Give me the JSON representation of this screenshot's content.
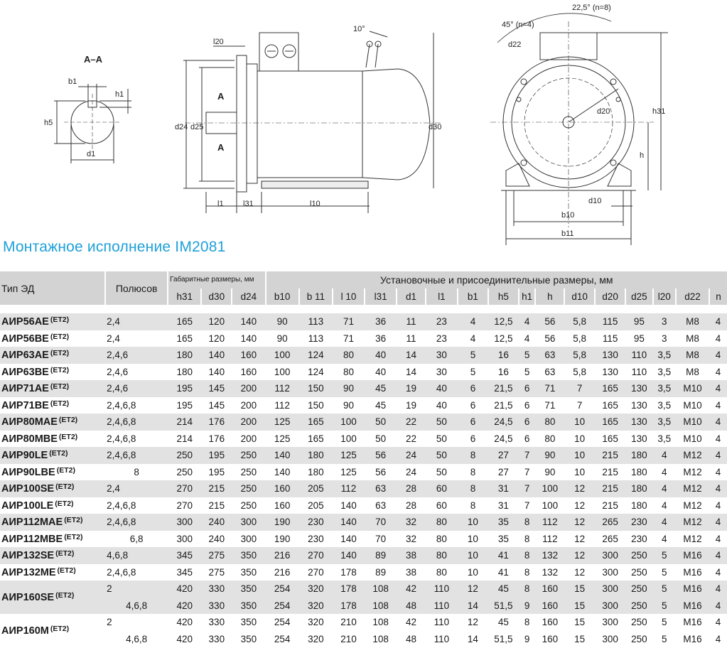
{
  "drawing": {
    "section_label": "A–A",
    "shaft_labels": {
      "b1": "b1",
      "h1": "h1",
      "h5": "h5",
      "d1": "d1"
    },
    "side_labels": {
      "l20": "l20",
      "angle10": "10°",
      "A_top": "A",
      "A_bot": "A",
      "d24": "d24",
      "d25": "d25",
      "d30": "d30",
      "l1": "l1",
      "l31": "l31",
      "l10": "l10"
    },
    "front_labels": {
      "angle45": "45° (n=4)",
      "angle22": "22,5° (n=8)",
      "d22": "d22",
      "d20": "d20",
      "h31": "h31",
      "h": "h",
      "d10": "d10",
      "b10": "b10",
      "b11": "b11"
    }
  },
  "section_title": "Монтажное исполнение IM2081",
  "table": {
    "type_header": "Тип ЭД",
    "poles_header": "Полюсов",
    "group1_header": "Габаритные размеры, мм",
    "group2_header": "Установочные и присоединительные размеры, мм",
    "columns": [
      "h31",
      "d30",
      "d24",
      "b10",
      "b 11",
      "l 10",
      "l31",
      "d1",
      "l1",
      "b1",
      "h5",
      "h1",
      "h",
      "d10",
      "d20",
      "d25",
      "l20",
      "d22",
      "n"
    ],
    "rows": [
      {
        "name": "АИР56АЕ",
        "suffix": "(ЕТ2)",
        "poles": "2,4",
        "v": [
          "165",
          "120",
          "140",
          "90",
          "113",
          "71",
          "36",
          "11",
          "23",
          "4",
          "12,5",
          "4",
          "56",
          "5,8",
          "115",
          "95",
          "3",
          "М8",
          "4"
        ]
      },
      {
        "name": "АИР56ВЕ",
        "suffix": "(ЕТ2)",
        "poles": "2,4",
        "v": [
          "165",
          "120",
          "140",
          "90",
          "113",
          "71",
          "36",
          "11",
          "23",
          "4",
          "12,5",
          "4",
          "56",
          "5,8",
          "115",
          "95",
          "3",
          "М8",
          "4"
        ]
      },
      {
        "name": "АИР63АЕ",
        "suffix": "(ЕТ2)",
        "poles": "2,4,6",
        "v": [
          "180",
          "140",
          "160",
          "100",
          "124",
          "80",
          "40",
          "14",
          "30",
          "5",
          "16",
          "5",
          "63",
          "5,8",
          "130",
          "110",
          "3,5",
          "М8",
          "4"
        ]
      },
      {
        "name": "АИР63ВЕ",
        "suffix": "(ЕТ2)",
        "poles": "2,4,6",
        "v": [
          "180",
          "140",
          "160",
          "100",
          "124",
          "80",
          "40",
          "14",
          "30",
          "5",
          "16",
          "5",
          "63",
          "5,8",
          "130",
          "110",
          "3,5",
          "М8",
          "4"
        ]
      },
      {
        "name": "АИР71АЕ",
        "suffix": "(ЕТ2)",
        "poles": "2,4,6",
        "v": [
          "195",
          "145",
          "200",
          "112",
          "150",
          "90",
          "45",
          "19",
          "40",
          "6",
          "21,5",
          "6",
          "71",
          "7",
          "165",
          "130",
          "3,5",
          "М10",
          "4"
        ]
      },
      {
        "name": "АИР71ВЕ",
        "suffix": "(ЕТ2)",
        "poles": "2,4,6,8",
        "v": [
          "195",
          "145",
          "200",
          "112",
          "150",
          "90",
          "45",
          "19",
          "40",
          "6",
          "21,5",
          "6",
          "71",
          "7",
          "165",
          "130",
          "3,5",
          "М10",
          "4"
        ]
      },
      {
        "name": "АИР80МАЕ",
        "suffix": "(ЕТ2)",
        "poles": "2,4,6,8",
        "v": [
          "214",
          "176",
          "200",
          "125",
          "165",
          "100",
          "50",
          "22",
          "50",
          "6",
          "24,5",
          "6",
          "80",
          "10",
          "165",
          "130",
          "3,5",
          "М10",
          "4"
        ]
      },
      {
        "name": "АИР80МВЕ",
        "suffix": "(ЕТ2)",
        "poles": "2,4,6,8",
        "v": [
          "214",
          "176",
          "200",
          "125",
          "165",
          "100",
          "50",
          "22",
          "50",
          "6",
          "24,5",
          "6",
          "80",
          "10",
          "165",
          "130",
          "3,5",
          "М10",
          "4"
        ]
      },
      {
        "name": "АИР90LЕ",
        "suffix": "(ЕТ2)",
        "poles": "2,4,6,8",
        "v": [
          "250",
          "195",
          "250",
          "140",
          "180",
          "125",
          "56",
          "24",
          "50",
          "8",
          "27",
          "7",
          "90",
          "10",
          "215",
          "180",
          "4",
          "М12",
          "4"
        ]
      },
      {
        "name": "АИР90LВЕ",
        "suffix": "(ЕТ2)",
        "poles": "8",
        "v": [
          "250",
          "195",
          "250",
          "140",
          "180",
          "125",
          "56",
          "24",
          "50",
          "8",
          "27",
          "7",
          "90",
          "10",
          "215",
          "180",
          "4",
          "М12",
          "4"
        ]
      },
      {
        "name": "АИР100SЕ",
        "suffix": "(ЕТ2)",
        "poles": "2,4",
        "v": [
          "270",
          "215",
          "250",
          "160",
          "205",
          "112",
          "63",
          "28",
          "60",
          "8",
          "31",
          "7",
          "100",
          "12",
          "215",
          "180",
          "4",
          "М12",
          "4"
        ]
      },
      {
        "name": "АИР100LЕ",
        "suffix": "(ЕТ2)",
        "poles": "2,4,6,8",
        "v": [
          "270",
          "215",
          "250",
          "160",
          "205",
          "140",
          "63",
          "28",
          "60",
          "8",
          "31",
          "7",
          "100",
          "12",
          "215",
          "180",
          "4",
          "М12",
          "4"
        ]
      },
      {
        "name": "АИР112МАЕ",
        "suffix": "(ЕТ2)",
        "poles": "2,4,6,8",
        "v": [
          "300",
          "240",
          "300",
          "190",
          "230",
          "140",
          "70",
          "32",
          "80",
          "10",
          "35",
          "8",
          "112",
          "12",
          "265",
          "230",
          "4",
          "М12",
          "4"
        ]
      },
      {
        "name": "АИР112МВЕ",
        "suffix": "(ЕТ2)",
        "poles": "6,8",
        "v": [
          "300",
          "240",
          "300",
          "190",
          "230",
          "140",
          "70",
          "32",
          "80",
          "10",
          "35",
          "8",
          "112",
          "12",
          "265",
          "230",
          "4",
          "М12",
          "4"
        ]
      },
      {
        "name": "АИР132SЕ",
        "suffix": "(ЕТ2)",
        "poles": "4,6,8",
        "v": [
          "345",
          "275",
          "350",
          "216",
          "270",
          "140",
          "89",
          "38",
          "80",
          "10",
          "41",
          "8",
          "132",
          "12",
          "300",
          "250",
          "5",
          "М16",
          "4"
        ]
      },
      {
        "name": "АИР132МЕ",
        "suffix": "(ЕТ2)",
        "poles": "2,4,6,8",
        "v": [
          "345",
          "275",
          "350",
          "216",
          "270",
          "178",
          "89",
          "38",
          "80",
          "10",
          "41",
          "8",
          "132",
          "12",
          "300",
          "250",
          "5",
          "М16",
          "4"
        ]
      },
      {
        "name": "АИР160SЕ",
        "suffix": "(ЕТ2)",
        "poles": "2",
        "v": [
          "420",
          "330",
          "350",
          "254",
          "320",
          "178",
          "108",
          "42",
          "110",
          "12",
          "45",
          "8",
          "160",
          "15",
          "300",
          "250",
          "5",
          "М16",
          "4"
        ]
      },
      {
        "name": "",
        "suffix": "",
        "poles": "4,6,8",
        "v": [
          "420",
          "330",
          "350",
          "254",
          "320",
          "178",
          "108",
          "48",
          "110",
          "14",
          "51,5",
          "9",
          "160",
          "15",
          "300",
          "250",
          "5",
          "М16",
          "4"
        ]
      },
      {
        "name": "АИР160М",
        "suffix": "(ЕТ2)",
        "poles": "2",
        "v": [
          "420",
          "330",
          "350",
          "254",
          "320",
          "210",
          "108",
          "42",
          "110",
          "12",
          "45",
          "8",
          "160",
          "15",
          "300",
          "250",
          "5",
          "М16",
          "4"
        ]
      },
      {
        "name": "",
        "suffix": "",
        "poles": "4,6,8",
        "v": [
          "420",
          "330",
          "350",
          "254",
          "320",
          "210",
          "108",
          "48",
          "110",
          "14",
          "51,5",
          "9",
          "160",
          "15",
          "300",
          "250",
          "5",
          "М16",
          "4"
        ]
      }
    ]
  },
  "colors": {
    "title": "#1ea0d8",
    "header_bg": "#d3d3d3",
    "row_shade": "#e2e2e2"
  }
}
